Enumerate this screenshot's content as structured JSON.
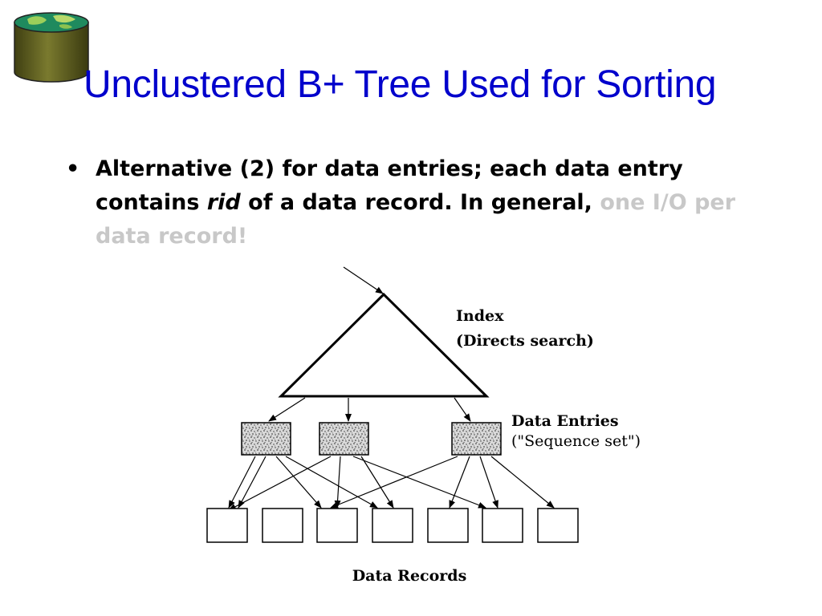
{
  "slide": {
    "title": "Unclustered B+ Tree Used for Sorting",
    "bullet": {
      "symbol": "•",
      "text_part1": "Alternative (2) for data entries; each data entry contains ",
      "text_italic": "rid",
      "text_part2": " of a data record.  In general, ",
      "text_faded": "one I/O per data record!"
    }
  },
  "diagram": {
    "index_label": "Index",
    "index_sublabel": "(Directs search)",
    "entries_label": "Data Entries",
    "entries_sublabel": "(\"Sequence set\")",
    "records_label": "Data Records"
  },
  "colors": {
    "title": "#0000cc",
    "faded_text": "#c8c8c8",
    "logo_top": "#2e8b57",
    "logo_body": "#5a5a1e"
  }
}
